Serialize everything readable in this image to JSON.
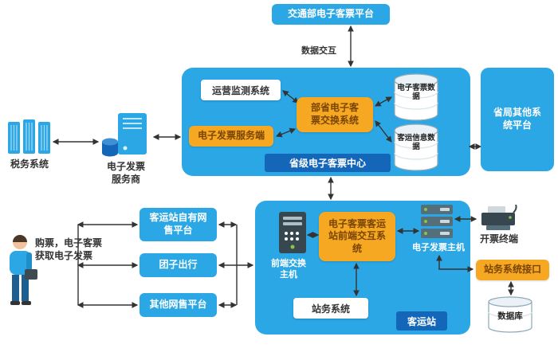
{
  "palette": {
    "blue": "#2AA7E4",
    "dark-blue": "#1467B8",
    "orange": "#F7A823",
    "orange-text": "#7A4503",
    "ink": "#333333",
    "arrow": "#333333"
  },
  "nodes": {
    "mot_platform": "交通部电子客票平台",
    "data_exchange": "数据交互",
    "provincial": {
      "title": "省级电子客票中心",
      "monitoring": "运营监测系统",
      "exchange": "部省电子客票交换系统",
      "invoice_service": "电子发票服务端",
      "ticket_db": "电子客票数据",
      "transport_db": "客运信息数据"
    },
    "other_platform": "省局其他系统平台",
    "tax_system": "税务系统",
    "invoice_provider": "电子发票服务商",
    "buyer_caption": "购票，电子客票获取电子发票",
    "sales_platforms": [
      "客运站自有网售平台",
      "团子出行",
      "其他网售平台"
    ],
    "station": {
      "title": "客运站",
      "front_host": "前端交换主机",
      "front_system": "电子客票客运站前端交互系统",
      "invoice_host": "电子发票主机",
      "station_system": "站务系统"
    },
    "billing_terminal": "开票终端",
    "station_interface": "站务系统接口",
    "database": "数据库"
  },
  "icons": {
    "tax_system": "server-towers-icon",
    "invoice_provider": "server-with-database-icon",
    "buyer": "person-icon",
    "front_host": "pc-tower-icon",
    "invoice_host": "server-stack-icon",
    "billing_terminal": "printer-icon",
    "databases": "cylinder-icon"
  }
}
